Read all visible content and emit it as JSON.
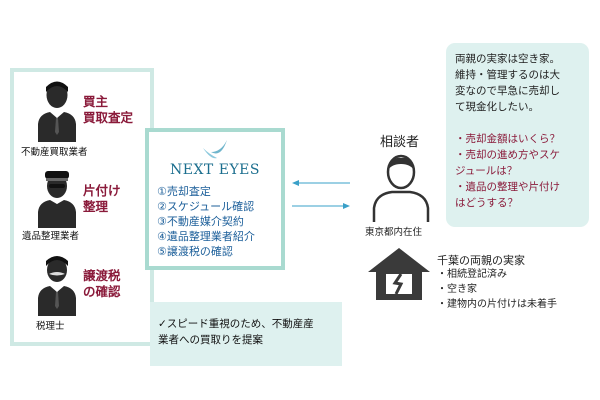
{
  "professionals": [
    {
      "title_lines": [
        "買主",
        "買取査定"
      ],
      "label": "不動産買取業者",
      "icon": "person-tie-icon"
    },
    {
      "title_lines": [
        "片付け",
        "整理"
      ],
      "label": "遺品整理業者",
      "icon": "person-cap-icon"
    },
    {
      "title_lines": [
        "譲渡税",
        "の確認"
      ],
      "label": "税理士",
      "icon": "person-mustache-icon"
    }
  ],
  "center": {
    "brand": "NEXT EYES",
    "services": [
      "①売却査定",
      "②スケジュール確認",
      "③不動産媒介契約",
      "④遺品整理業者紹介",
      "⑤譲渡税の確認"
    ]
  },
  "recommendation": {
    "lines": [
      "✓スピード重視のため、不動産産",
      "業者への買取りを提案"
    ]
  },
  "consultant": {
    "title": "相談者",
    "location": "東京都内在住",
    "icon": "person-icon"
  },
  "concern": {
    "intro_lines": [
      "両親の実家は空き家。",
      "維持・管理するのは大",
      "変なので早急に売却し",
      "て現金化したい。"
    ],
    "questions": [
      "・売却金額はいくら？",
      "・売却の進め方やスケ",
      "ジュールは？",
      "・遺品の整理や片付け",
      "はどうする？"
    ]
  },
  "property": {
    "title": "千葉の両親の実家",
    "items": [
      "・相続登記済み",
      "・空き家",
      "・建物内の片付けは未着手"
    ],
    "icon": "vacant-house-icon"
  },
  "colors": {
    "accent_text": "#8a1a3a",
    "panel_border": "#cfe9e4",
    "center_border": "#a9dad0",
    "soft_fill": "#def1ef",
    "service_text": "#1c5f9a",
    "arrow": "#3aa0c8"
  }
}
